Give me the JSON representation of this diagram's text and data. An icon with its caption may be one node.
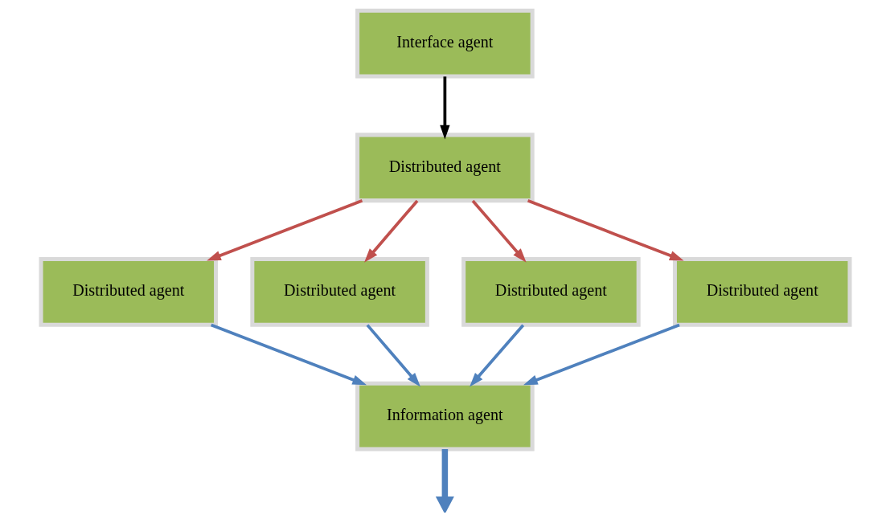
{
  "diagram": {
    "nodes": [
      {
        "text": [
          "Interface agent"
        ]
      },
      {
        "text": [
          "Distributed agent"
        ]
      },
      {
        "text": [
          "Distributed agent"
        ]
      },
      {
        "text": [
          "Distributed agent"
        ]
      },
      {
        "text": [
          "Distributed agent"
        ]
      },
      {
        "text": [
          "Distributed agent"
        ]
      },
      {
        "text": [
          "Information agent"
        ]
      }
    ],
    "edges": [
      {
        "from": 0,
        "to": 1,
        "arrow": "to",
        "color": "#000000"
      },
      {
        "from": 1,
        "to": 2,
        "arrow": "to",
        "color": "#c0504d"
      },
      {
        "from": 1,
        "to": 3,
        "arrow": "to",
        "color": "#c0504d"
      },
      {
        "from": 1,
        "to": 4,
        "arrow": "to",
        "color": "#c0504d"
      },
      {
        "from": 1,
        "to": 5,
        "arrow": "to",
        "color": "#c0504d"
      },
      {
        "from": 2,
        "to": 6,
        "arrow": "to"
      },
      {
        "from": 3,
        "to": 6,
        "arrow": "to"
      },
      {
        "from": 4,
        "to": 6,
        "arrow": "to"
      },
      {
        "from": 5,
        "to": 6,
        "arrow": "to"
      },
      {
        "from": 6,
        "to": null,
        "arrow": "to",
        "style": "thick"
      }
    ]
  }
}
